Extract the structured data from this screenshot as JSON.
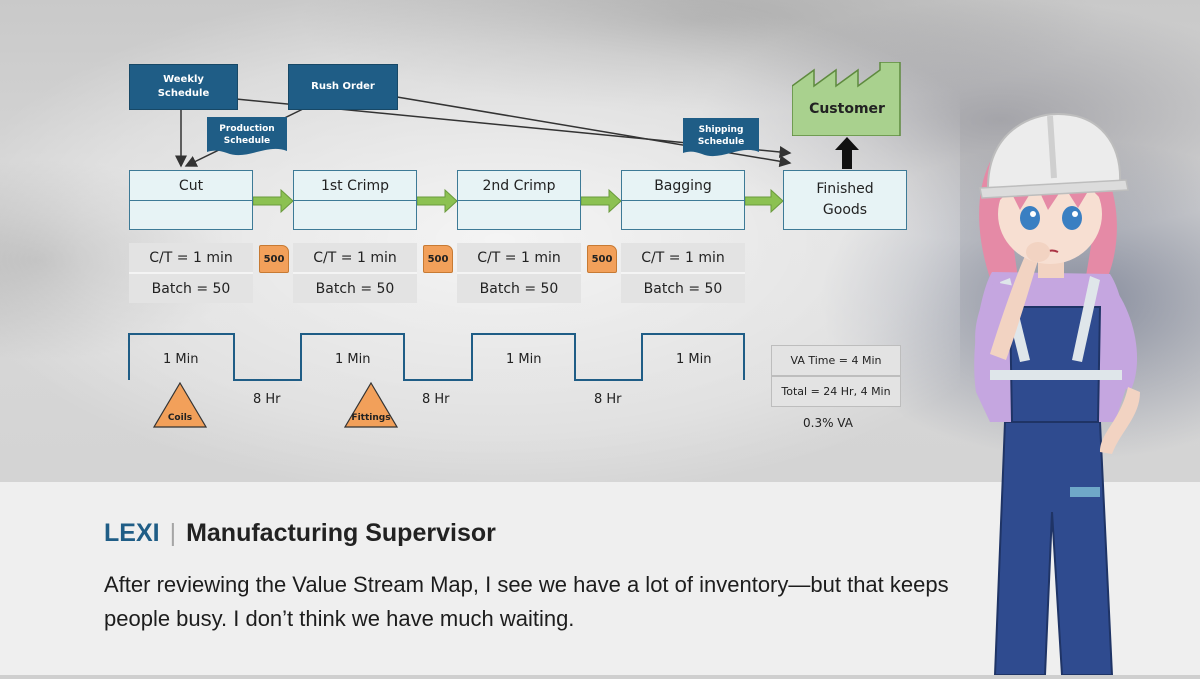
{
  "value_stream_map": {
    "info_boxes": {
      "weekly_schedule": "Weekly\nSchedule",
      "rush_order": "Rush Order",
      "production_schedule": "Production\nSchedule",
      "shipping_schedule": "Shipping\nSchedule"
    },
    "customer": "Customer",
    "finished_goods": "Finished\nGoods",
    "processes": [
      {
        "name": "Cut",
        "cycle_time": "C/T = 1 min",
        "batch": "Batch = 50"
      },
      {
        "name": "1st Crimp",
        "cycle_time": "C/T = 1 min",
        "batch": "Batch = 50"
      },
      {
        "name": "2nd Crimp",
        "cycle_time": "C/T = 1 min",
        "batch": "Batch = 50"
      },
      {
        "name": "Bagging",
        "cycle_time": "C/T = 1 min",
        "batch": "Batch = 50"
      }
    ],
    "inventory": [
      "500",
      "500",
      "500"
    ],
    "raw_materials": [
      "Coils",
      "Fittings"
    ],
    "timeline": {
      "process_times": [
        "1 Min",
        "1 Min",
        "1 Min",
        "1 Min"
      ],
      "wait_times": [
        "8 Hr",
        "8 Hr",
        "8 Hr"
      ]
    },
    "summary": {
      "va_time": "VA Time = 4 Min",
      "total": "Total = 24 Hr, 4 Min",
      "va_percent": "0.3% VA"
    },
    "colors": {
      "info_box": "#1f5d86",
      "process_border": "#3d7a96",
      "push_arrow": "#8cc152",
      "inventory": "#f2a05a",
      "customer": "#a9d18e"
    }
  },
  "dialogue": {
    "speaker_name": "LEXI",
    "separator": "|",
    "speaker_role": "Manufacturing Supervisor",
    "text": "After reviewing the Value Stream Map, I see we have a lot of inventory—but that keeps people busy. I don’t think we have much waiting."
  },
  "character": {
    "icon": "character-lexi-hardhat",
    "colors": {
      "hair": "#e58aa6",
      "hardhat": "#ececec",
      "overalls": "#2f4b8f",
      "reflective_stripe": "#dfe6ea"
    }
  }
}
